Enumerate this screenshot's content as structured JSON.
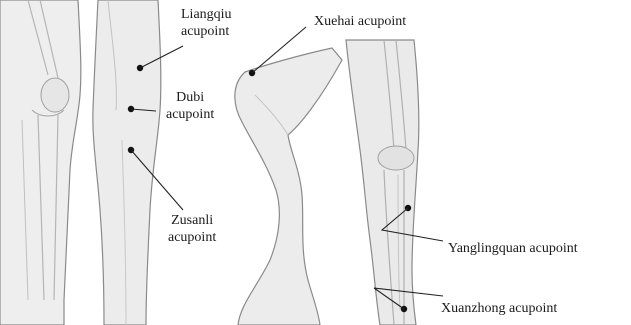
{
  "labels": {
    "liangqiu": {
      "line1": "Liangqiu",
      "line2": "acupoint"
    },
    "dubi": {
      "line1": "Dubi",
      "line2": "acupoint"
    },
    "zusanli": {
      "line1": "Zusanli",
      "line2": "acupoint"
    },
    "xuehai": "Xuehai acupoint",
    "yanglingquan": "Yanglingquan acupoint",
    "xuanzhong": "Xuanzhong acupoint"
  },
  "colors": {
    "skin": "#ececec",
    "outline": "#8a8a8a",
    "bone": "#b5b5b5",
    "point": "#111111",
    "leader": "#222222"
  }
}
